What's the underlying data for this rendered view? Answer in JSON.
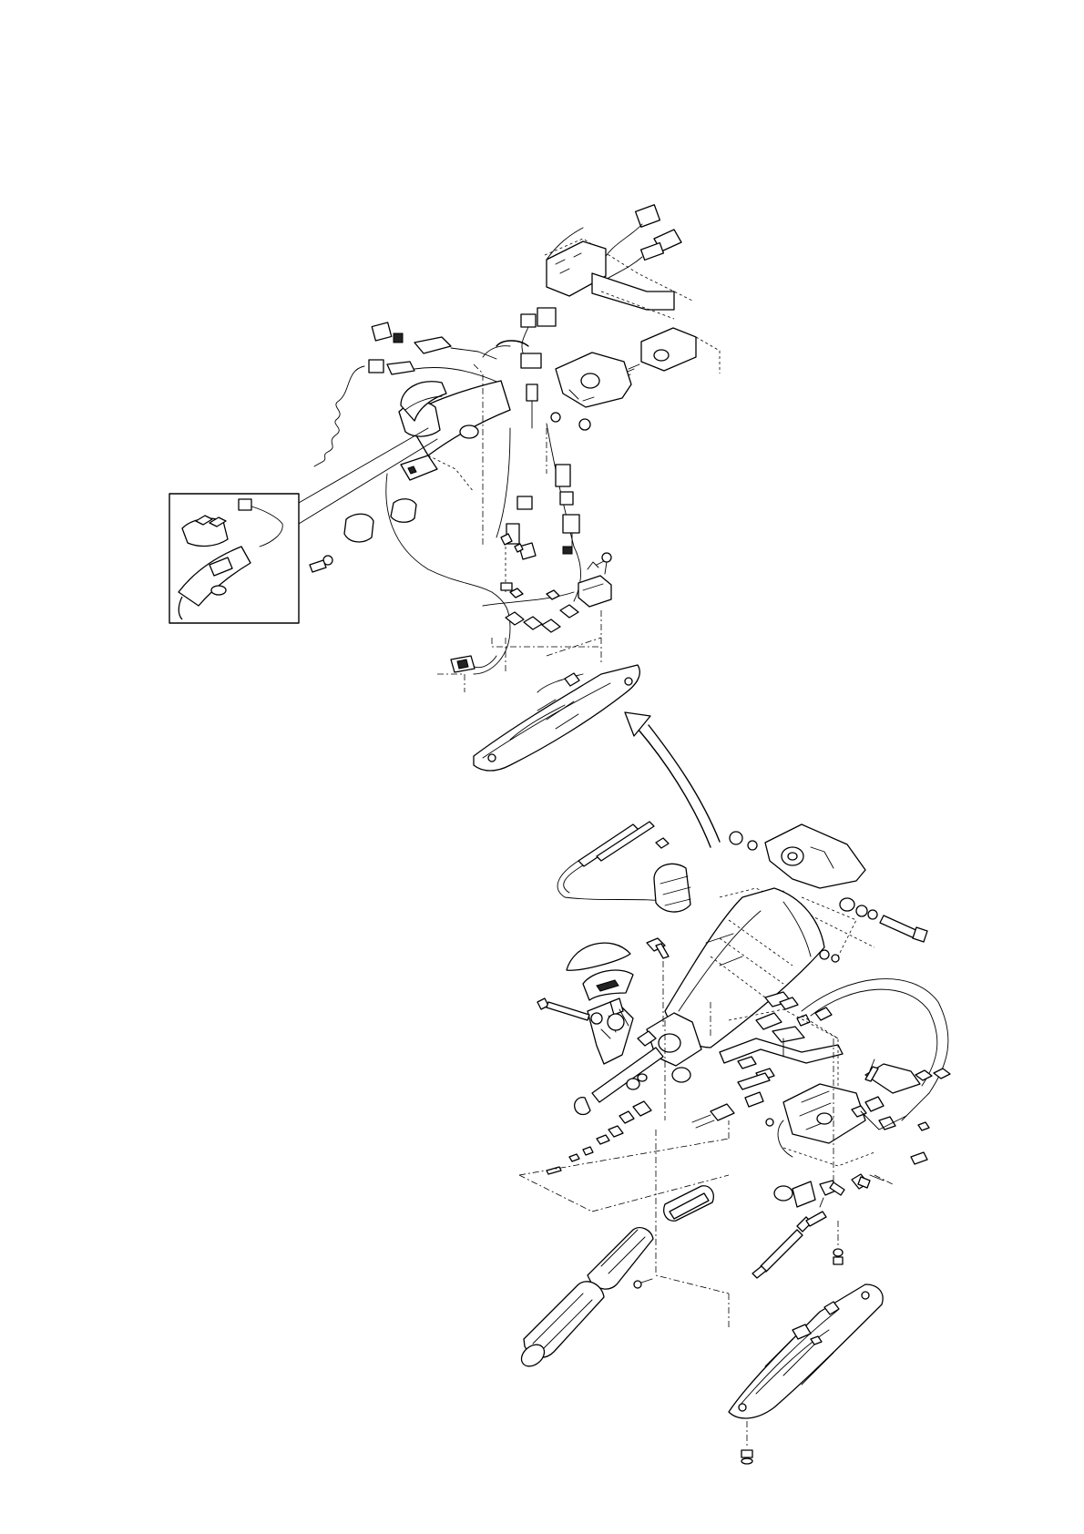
{
  "page": {
    "background": "#ffffff",
    "line_color": "#000000"
  },
  "assemblies": [
    {
      "name": "upper-tiller-wiring-assembly"
    },
    {
      "name": "lower-tiller-handle-assembly"
    }
  ],
  "detail_inset": {
    "name": "switch-detail-inset"
  },
  "arrow": {
    "name": "assembly-direction-arrow"
  }
}
